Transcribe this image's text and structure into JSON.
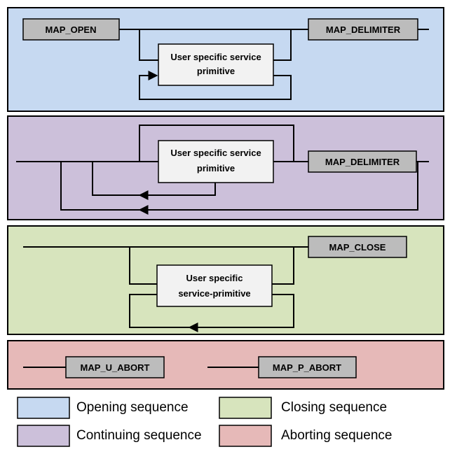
{
  "colors": {
    "opening": "#c6d9f1",
    "continuing": "#ccc0da",
    "closing": "#d7e4bd",
    "aborting": "#e6b9b8",
    "gray_box": "#bcbcbc",
    "white_box": "#f2f2f2"
  },
  "opening": {
    "open_label": "MAP_OPEN",
    "delimiter_label": "MAP_DELIMITER",
    "primitive_line1": "User specific service",
    "primitive_line2": "primitive"
  },
  "continuing": {
    "delimiter_label": "MAP_DELIMITER",
    "primitive_line1": "User specific service",
    "primitive_line2": "primitive"
  },
  "closing": {
    "close_label": "MAP_CLOSE",
    "primitive_line1": "User specific",
    "primitive_line2": "service-primitive"
  },
  "aborting": {
    "u_abort_label": "MAP_U_ABORT",
    "p_abort_label": "MAP_P_ABORT"
  },
  "legend": {
    "opening": "Opening sequence",
    "closing": "Closing sequence",
    "continuing": "Continuing sequence",
    "aborting": "Aborting sequence"
  }
}
